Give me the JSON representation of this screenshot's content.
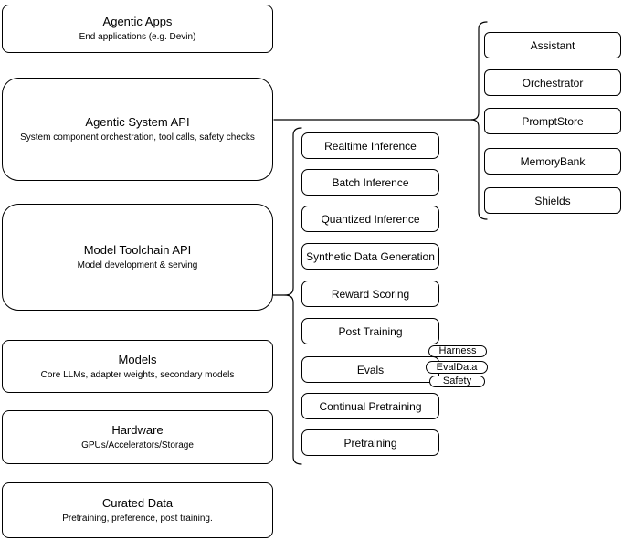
{
  "canvas": {
    "background": "#ffffff",
    "stroke_color": "#000000",
    "text_color": "#000000"
  },
  "left_column": [
    {
      "title": "Agentic Apps",
      "subtitle": "End applications (e.g. Devin)"
    },
    {
      "title": "Agentic System API",
      "subtitle": "System component orchestration, tool calls, safety checks"
    },
    {
      "title": "Model Toolchain API",
      "subtitle": "Model development & serving"
    },
    {
      "title": "Models",
      "subtitle": "Core LLMs, adapter weights, secondary models"
    },
    {
      "title": "Hardware",
      "subtitle": "GPUs/Accelerators/Storage"
    },
    {
      "title": "Curated Data",
      "subtitle": "Pretraining, preference, post training."
    }
  ],
  "toolchain_items": [
    "Realtime Inference",
    "Batch Inference",
    "Quantized Inference",
    "Synthetic Data Generation",
    "Reward Scoring",
    "Post Training",
    "Evals",
    "Continual Pretraining",
    "Pretraining"
  ],
  "eval_tags": [
    "Harness",
    "EvalData",
    "Safety"
  ],
  "system_components": [
    "Assistant",
    "Orchestrator",
    "PromptStore",
    "MemoryBank",
    "Shields"
  ]
}
